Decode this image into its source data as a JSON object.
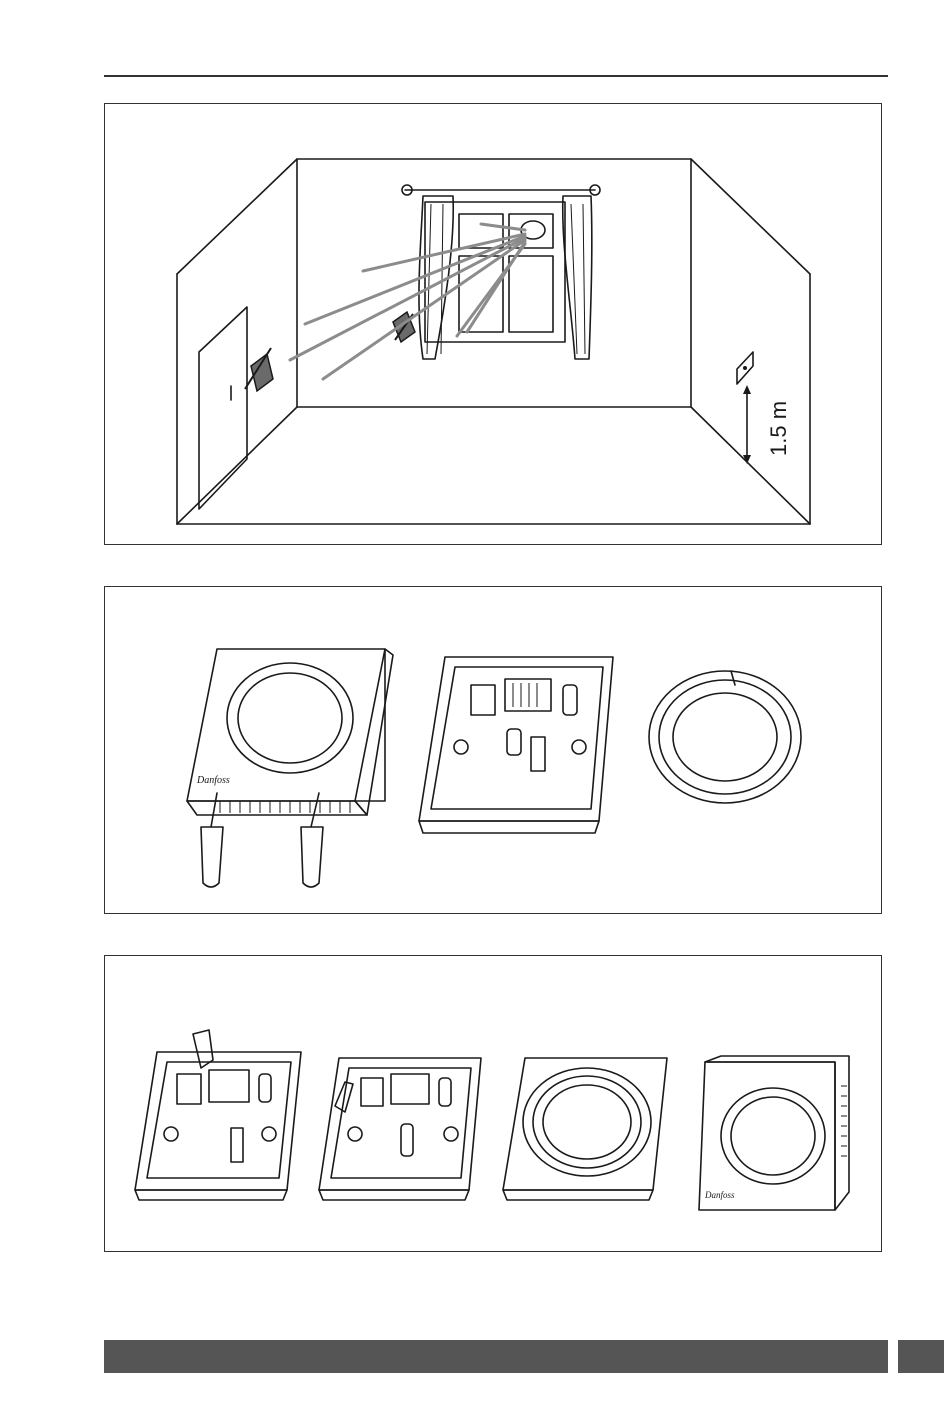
{
  "figure1": {
    "height_label": "1.5 m"
  },
  "figure2": {
    "logo_text": "Danfoss"
  },
  "figure3": {
    "logo_text": "Danfoss"
  }
}
